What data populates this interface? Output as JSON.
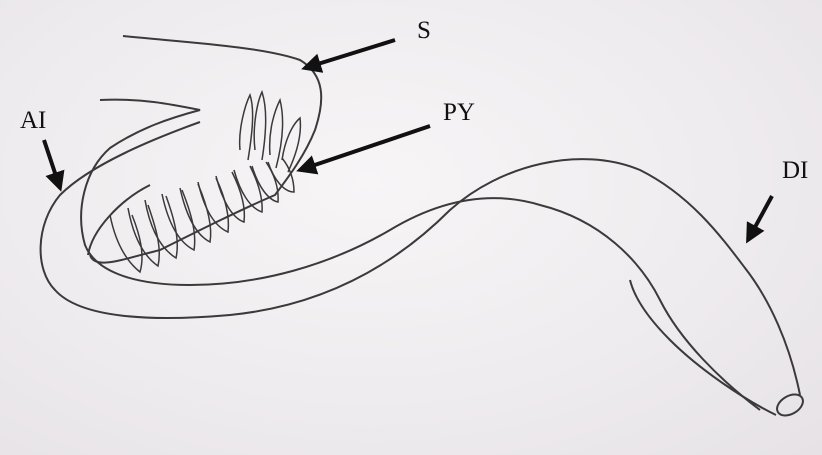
{
  "labels": {
    "s": "S",
    "py": "PY",
    "ai": "AI",
    "di": "DI"
  },
  "colors": {
    "background": "#efecef",
    "sketch_line": "#3a3a3a",
    "arrow": "#111111",
    "label_text": "#111111"
  }
}
